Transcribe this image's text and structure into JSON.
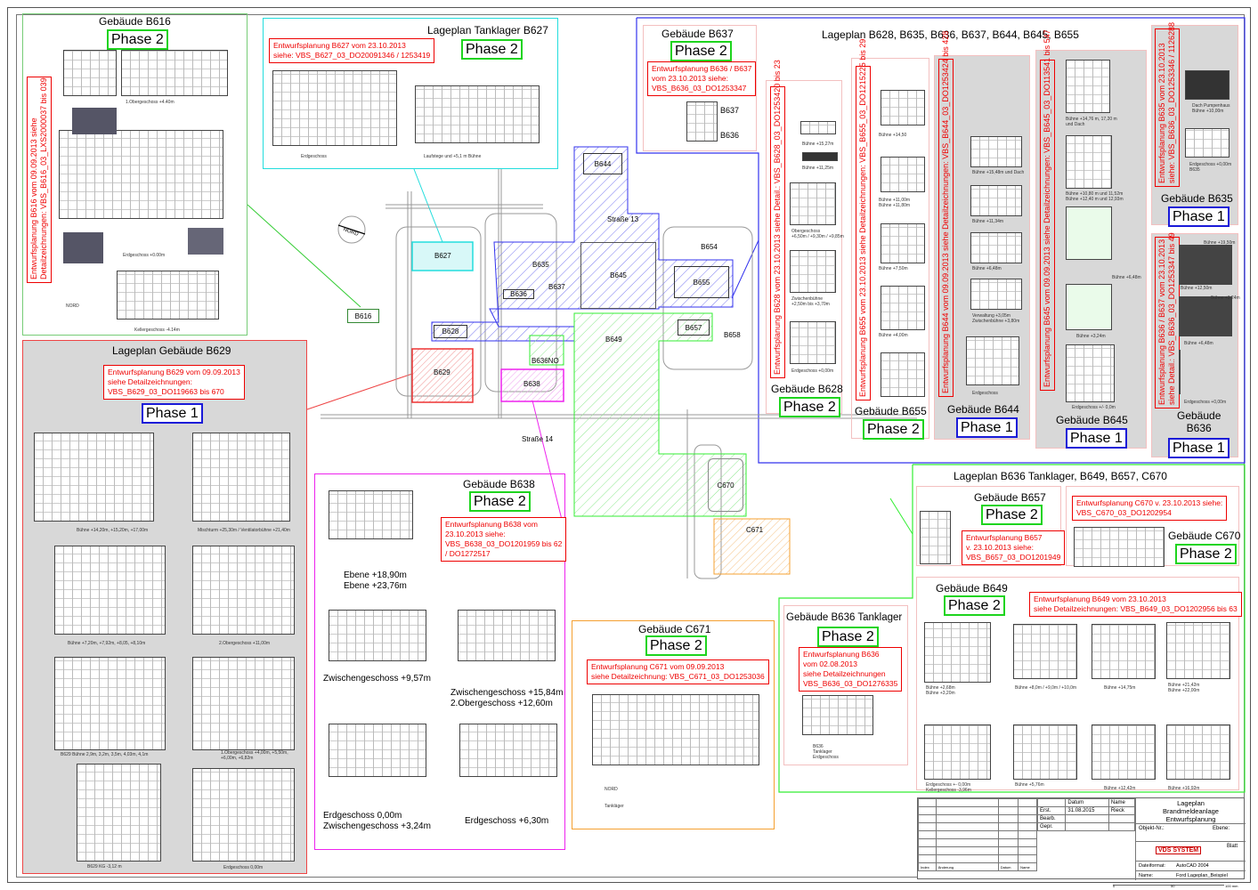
{
  "b616": {
    "title": "Gebäude B616",
    "phase": "Phase 2",
    "note": "Entwurfsplanung B616 vom 09.09.2013 siehe\nDetailzeichnungen: VBS_B616_03_LXS2000037 bis 039",
    "captions": [
      "1.Obergeschoss +4.40m",
      "Erdgeschoss +0.00m",
      "Kellergeschoss -4.14m",
      "NORD"
    ]
  },
  "b627": {
    "title": "Lageplan Tanklager B627",
    "phase": "Phase 2",
    "note": "Entwurfsplanung B627 vom 23.10.2013\nsiehe: VBS_B627_03_DO20091346 / 1253419",
    "captions": [
      "Erdgeschoss",
      "Laufstege und +5,1 m Bühne"
    ]
  },
  "b637": {
    "title": "Gebäude B637",
    "phase": "Phase 2",
    "note": "Entwurfsplanung B636 / B637\nvom 23.10.2013 siehe:\nVBS_B636_03_DO1253347",
    "labels": [
      "B637",
      "B636"
    ]
  },
  "group1": {
    "title": "Lageplan B628, B635, B636, B637, B644, B645, B655"
  },
  "b628": {
    "title": "Gebäude B628",
    "phase": "Phase 2",
    "note": "Entwurfsplanung B628 vom 23.10.2013 siehe Detail.: VBS_B628_03_DO1253420 bis 23",
    "captions": [
      "Bühne +15,27m",
      "Bühne +11,25m",
      "Obergeschoss\n+6,50m / +9,30m / +9,85m",
      "Zwischenbühne\n+2,50m bis +3,70m",
      "Erdgeschoss +0,00m"
    ]
  },
  "b655": {
    "title": "Gebäude B655",
    "phase": "Phase 2",
    "note": "Entwurfsplanung B655 vom 23.10.2013 siehe Detailzeichnungen: VBS_B655_03_DO1215225 bis 29",
    "captions": [
      "Bühne +14,50",
      "Bühne +11,00m\nBühne +11,80m",
      "Bühne +7,50m",
      "Bühne +4,00m"
    ]
  },
  "b644": {
    "title": "Gebäude B644",
    "phase": "Phase 1",
    "note": "Entwurfsplanung B644 vom 09.09.2013 siehe Detailzeichnungen: VBS_B644_03_DO1253424 bis 428",
    "captions": [
      "Bühne +15,48m und Dach",
      "Bühne +11,34m",
      "Bühne +6,48m",
      "Verwaltung +3,05m\nZwischenbühne +3,80m",
      "Erdgeschoss"
    ]
  },
  "b645": {
    "title": "Gebäude B645",
    "phase": "Phase 1",
    "note": "Entwurfsplanung B645 vom 09.09.2013 siehe Detailzeichnungen: VBS_B645_03_DO113541 bis 547",
    "captions": [
      "Bühne +14,76 m, 17,20 m\nund Dach",
      "Bühne +10,80 m und 11,52m\nBühne +12,40 m und 12,93m",
      "Bühne +6,48m",
      "Bühne +3,24m",
      "Erdgeschoss +/- 0,0m"
    ]
  },
  "b635": {
    "title": "Gebäude B635",
    "phase": "Phase 1",
    "note": "Entwurfsplanung B635 vom 23.10.2013\nsiehe: VBS_B636_03_DO1253346 / 1126288",
    "captions": [
      "Dach Pumpenhaus\nBühne +10,00m",
      "Erdgeschoss +0,00m\nB635"
    ]
  },
  "b636": {
    "title": "Gebäude\nB636",
    "phase": "Phase 1",
    "note": "Entwurfsplanung B636 / B637 vom 23.10.2013\nsiehe Detail.: VBS_B636_03_DO1253347 bis 49",
    "captions": [
      "Bühne +19,50m",
      "Bühne +12,50m",
      "Bühne +3,24m",
      "Bühne +6,48m",
      "Erdgeschoss +0,00m"
    ]
  },
  "b629": {
    "title": "Lageplan Gebäude B629",
    "phase": "Phase 1",
    "note": "Entwurfsplanung B629 vom 09.09.2013\nsiehe Detailzeichnungen:\nVBS_B629_03_DO119663 bis 670",
    "captions": [
      "Bühne +14,20m, +15,20m, +17,00m",
      "Mischturm +25,30m / Ventilatorbühne +21,40m",
      "Bühne +7,20m, +7,92m, +8,05, +8,10m",
      "2.Obergeschoss +11,00m",
      "B629 Bühne 2,9m, 3,2m, 3,5m, 4,03m, 4,1m",
      "1.Obergeschoss +4,00m, +5,50m,\n+6,00m, +6,82m",
      "B629 KG -3,12 m",
      "Erdgeschoss 0,00m"
    ]
  },
  "b638": {
    "title": "Gebäude B638",
    "phase": "Phase 2",
    "note": "Entwurfsplanung B638 vom\n23.10.2013 siehe:\nVBS_B638_03_DO1201959 bis 62\n/ DO1272517",
    "captions": [
      "Ebene +18,90m\nEbene +23,76m",
      "Zwischengeschoss +9,57m",
      "Zwischengeschoss +15,84m\n2.Obergeschoss +12,60m",
      "Erdgeschoss 0,00m\nZwischengeschoss +3,24m",
      "Erdgeschoss +6,30m"
    ]
  },
  "c671": {
    "title": "Gebäude C671",
    "phase": "Phase 2",
    "note": "Entwurfsplanung C671 vom 09.09.2013\nsiehe Detailzeichnung: VBS_C671_03_DO1253036",
    "captions": [
      "NORD",
      "Tankläger"
    ]
  },
  "b636t": {
    "title": "Gebäude B636 Tanklager",
    "phase": "Phase 2",
    "note": "Entwurfsplanung B636\nvom 02.08.2013\nsiehe Detailzeichnungen\nVBS_B636_03_DO1276335",
    "captions": [
      "B636\nTanklager\nErdgeschoss"
    ]
  },
  "group2": {
    "title": "Lageplan B636 Tanklager, B649, B657, C670"
  },
  "b657": {
    "title": "Gebäude B657",
    "phase": "Phase 2",
    "note": "Entwurfsplanung B657\nv. 23.10.2013 siehe:\nVBS_B657_03_DO1201949"
  },
  "c670": {
    "title": "Gebäude C670",
    "phase": "Phase 2",
    "note": "Entwurfsplanung C670 v. 23.10.2013 siehe:\nVBS_C670_03_DO1202954"
  },
  "b649": {
    "title": "Gebäude B649",
    "phase": "Phase 2",
    "note": "Entwurfsplanung B649 vom 23.10.2013\nsiehe Detailzeichnungen: VBS_B649_03_DO1202956 bis 63",
    "captions": [
      "Bühne +2,68m\nBühne +3,20m",
      "Bühne +8,0m / +9,0m / +10,0m",
      "Bühne +14,75m",
      "Bühne +21,42m\nBühne +22,00m",
      "Erdgeschoss +- 0,00m\nKellergeschoss -3,96m",
      "Bühne +5,76m",
      "Bühne +12,42m",
      "Bühne +16,92m"
    ]
  },
  "site": {
    "buildings": [
      "B644",
      "B627",
      "B635",
      "B636",
      "B637",
      "B645",
      "B654",
      "B655",
      "B616",
      "B628",
      "B657",
      "B658",
      "B649",
      "B636NO",
      "B629",
      "B638",
      "C670",
      "C671"
    ],
    "streets": [
      "Straße 13",
      "Straße 14"
    ],
    "north": "NORD"
  },
  "titleblock": {
    "datum_h": "Datum",
    "name_h": "Name",
    "erst": "Erst.",
    "bearb": "Bearb.",
    "gepr": "Gepr.",
    "date": "31.08.2015",
    "name": "Rieck",
    "title": "Lageplan\nBrandmeldeanlage\nEntwurfsplanung",
    "objekt": "Objekt-Nr.:",
    "ebene": "Ebene:",
    "blatt": "Blatt",
    "dateiformat_l": "Dateiformat:",
    "dateiformat": "AutoCAD 2004",
    "name_l": "Name:",
    "filename": "Ford Lageplan_Beispiel",
    "index": "Index",
    "aenderung": "Änderung",
    "datum2": "Datum",
    "name2": "Name",
    "logo": "VDS SYSTEM",
    "scale": [
      "0",
      "50",
      "100 mm"
    ]
  },
  "colors": {
    "phase2": "#1ed41e",
    "phase1": "#1a1ad8",
    "note": "#ee0000",
    "blue": "#3333ee",
    "green": "#33ee33",
    "cyan": "#22dddd",
    "red": "#ee4444",
    "magenta": "#ee22ee",
    "orange": "#f5a030"
  }
}
